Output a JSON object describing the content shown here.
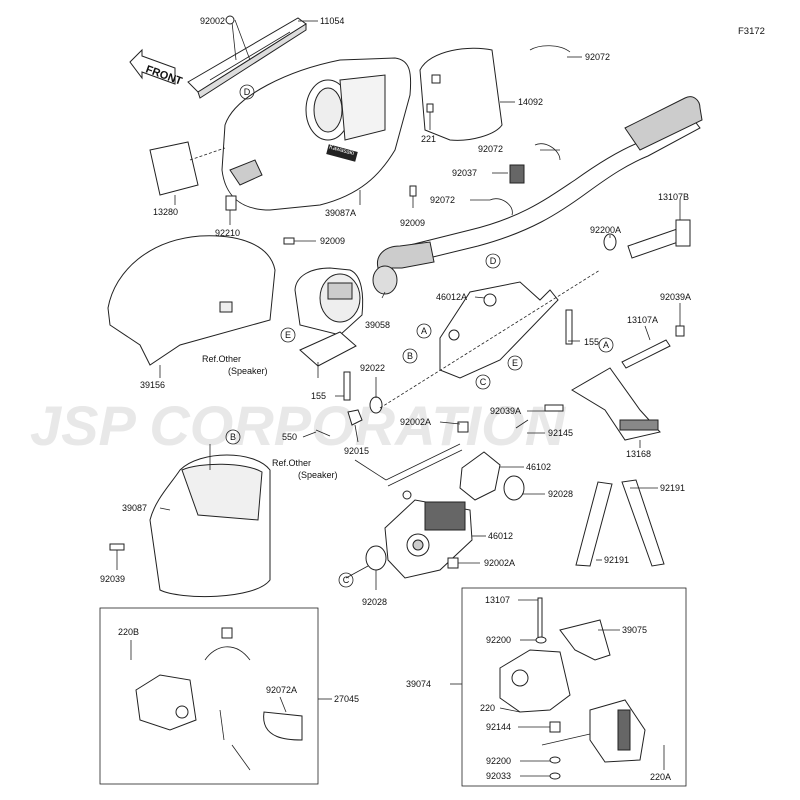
{
  "figure_code": "F3172",
  "watermark": "JSP CORPORATION",
  "front_label": "FRONT",
  "logo_text": "Kawasaki",
  "ref_other": {
    "line1": "Ref.Other",
    "line2": "(Speaker)"
  },
  "parts": {
    "p92002": "92002",
    "p11054": "11054",
    "p92072_top": "92072",
    "p14092": "14092",
    "p221": "221",
    "p92072_mid": "92072",
    "p92037": "92037",
    "p92072_low": "92072",
    "p13280": "13280",
    "p92009_a": "92009",
    "p39087A": "39087A",
    "p92210": "92210",
    "p92009_b": "92009",
    "p13107B": "13107B",
    "p92200A": "92200A",
    "p46012A": "46012A",
    "p39058": "39058",
    "p92039A_top": "92039A",
    "p13107A": "13107A",
    "p155_a": "155",
    "p39156": "39156",
    "p155_b": "155",
    "p92022": "92022",
    "p92039A_mid": "92039A",
    "p550": "550",
    "p92002A_a": "92002A",
    "p92145": "92145",
    "p92015": "92015",
    "p13168": "13168",
    "p46102": "46102",
    "p39087": "39087",
    "p92028_a": "92028",
    "p92191_a": "92191",
    "p46012": "46012",
    "p92039": "92039",
    "p92002A_b": "92002A",
    "p92191_b": "92191",
    "p92028_b": "92028",
    "p13107": "13107",
    "p39075": "39075",
    "p92200_a": "92200",
    "p220B": "220B",
    "p27045": "27045",
    "p92072A": "92072A",
    "p39074": "39074",
    "p220": "220",
    "p92144": "92144",
    "p92200_b": "92200",
    "p92033": "92033",
    "p220A": "220A"
  },
  "callouts": {
    "D_top": "D",
    "D_mid": "D",
    "A_left": "A",
    "A_right": "A",
    "B_left": "B",
    "B_bottom": "B",
    "E_left": "E",
    "E_right": "E",
    "C_mid": "C",
    "C_bottom": "C"
  }
}
